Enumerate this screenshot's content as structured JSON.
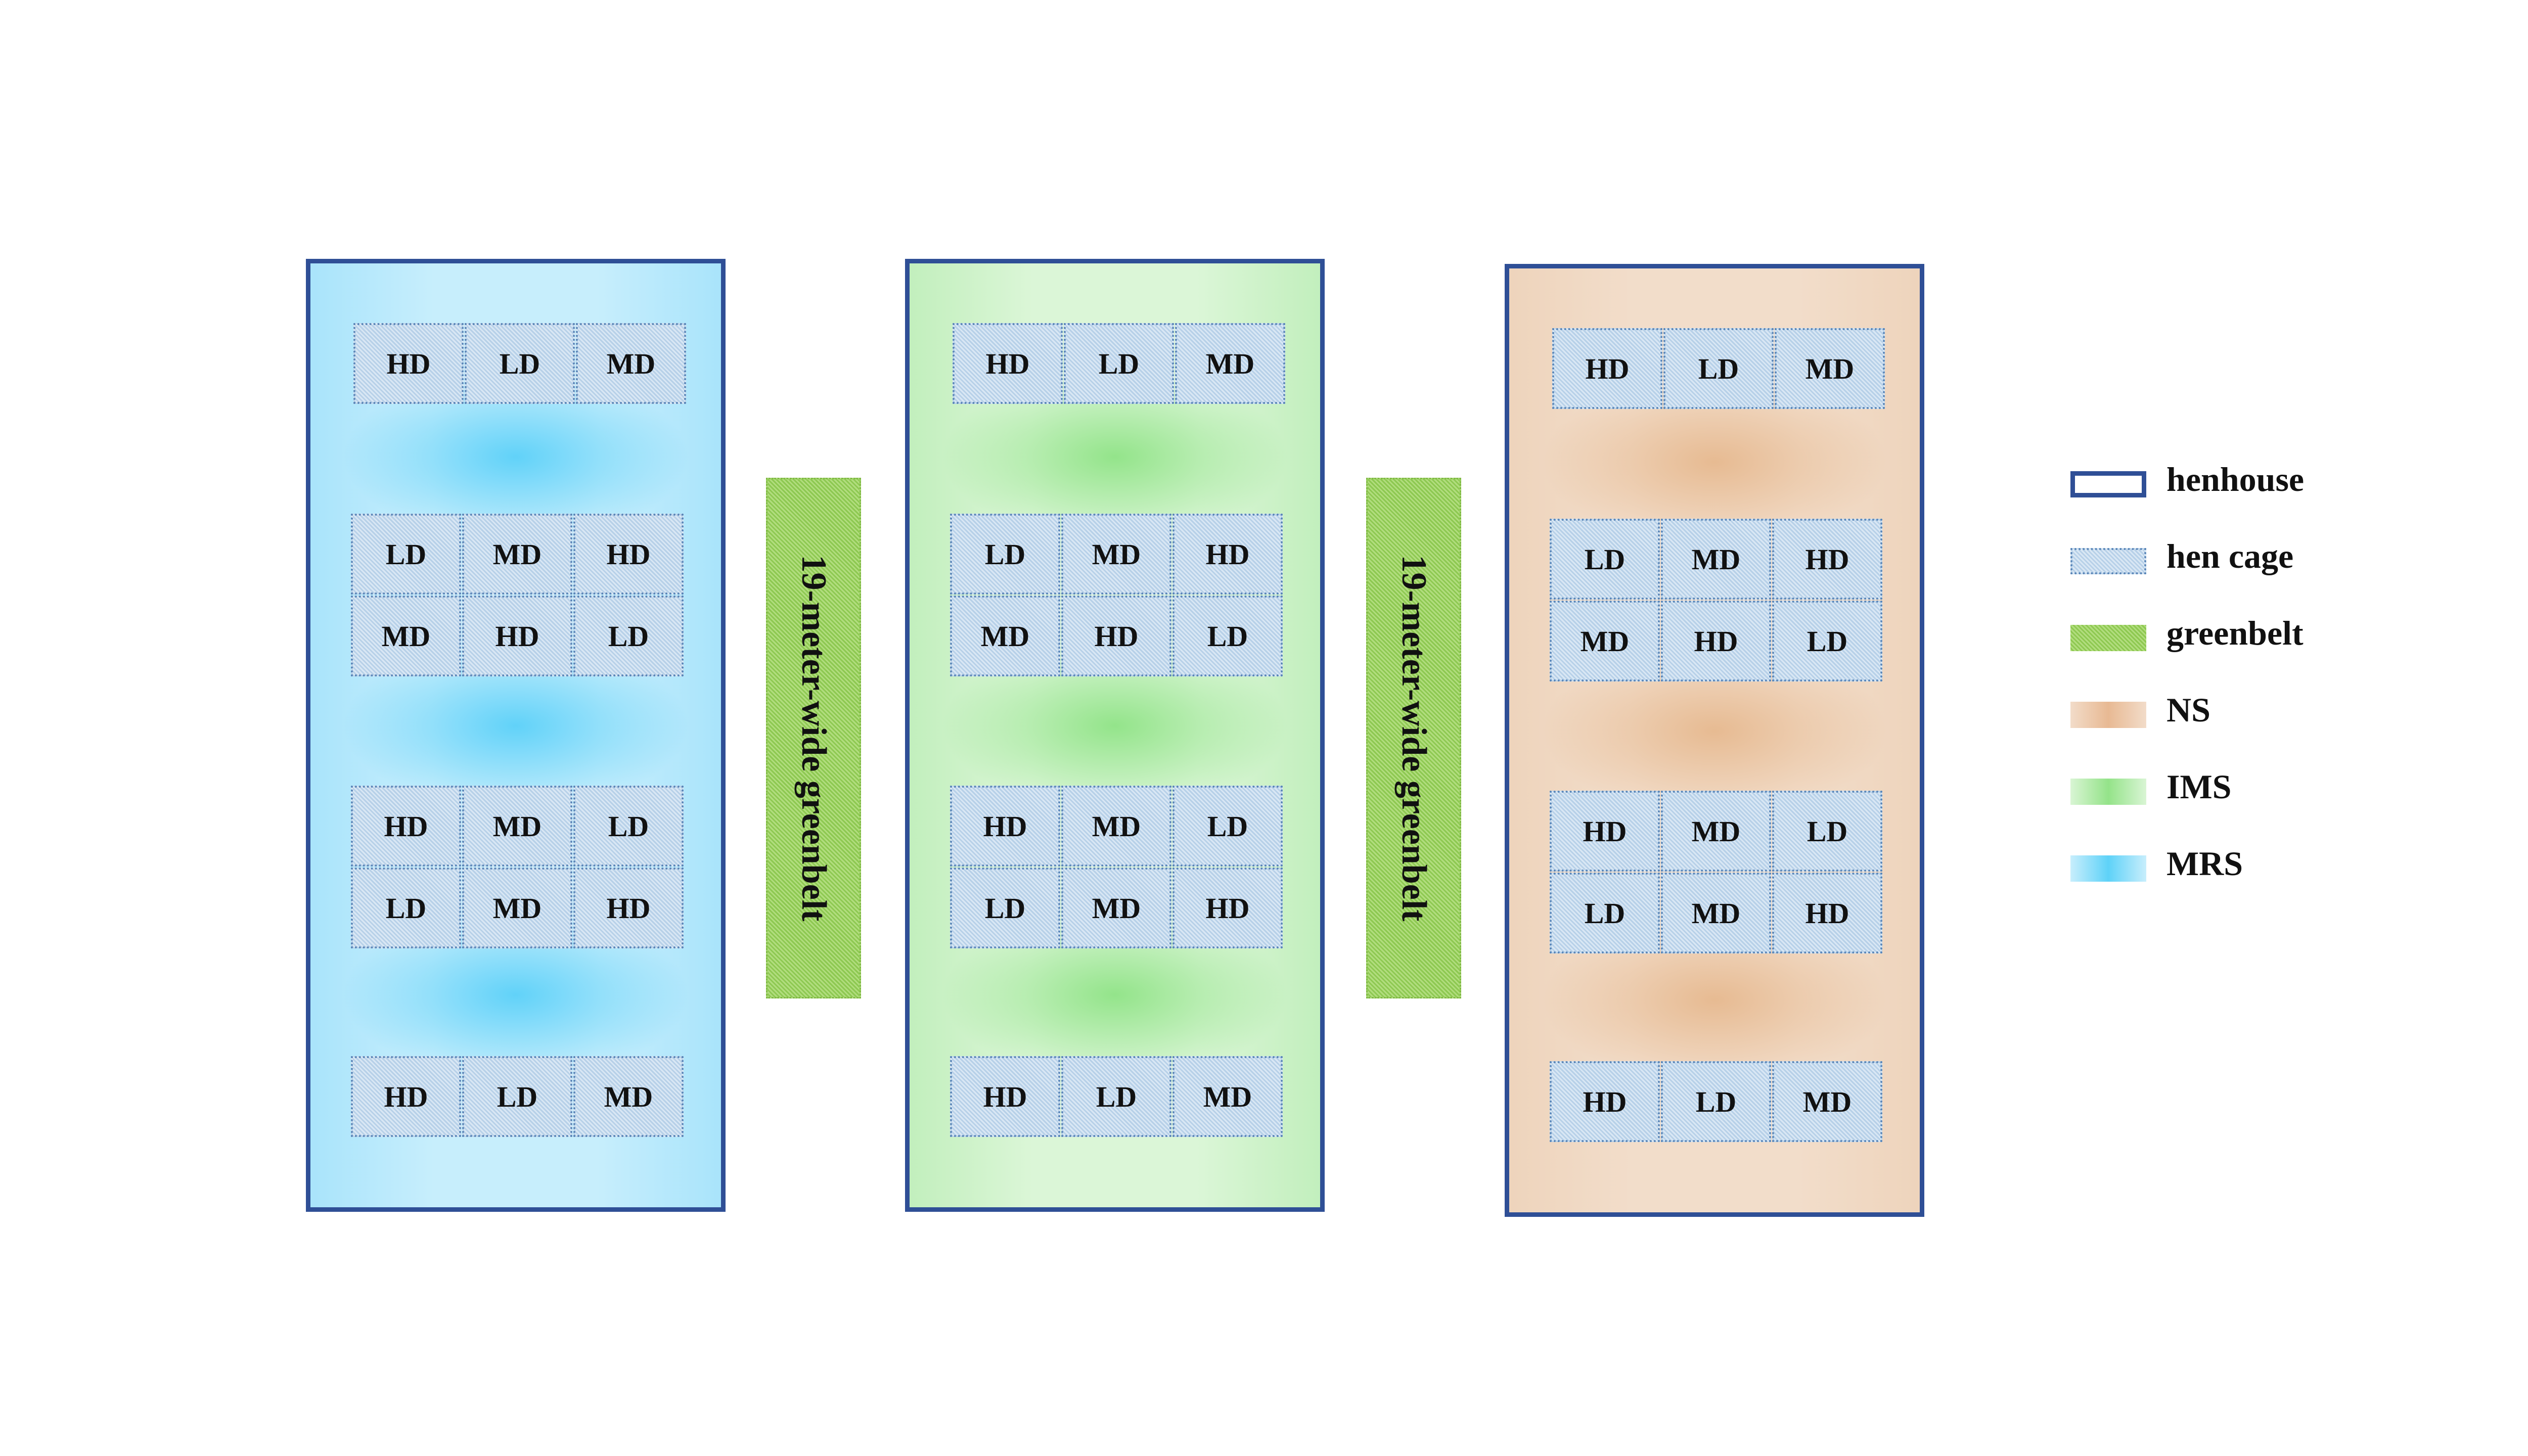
{
  "houses": [
    {
      "id": "mrs",
      "color": "#4fcdf8",
      "rows": [
        [
          "HD",
          "LD",
          "MD"
        ],
        [
          "LD",
          "MD",
          "HD"
        ],
        [
          "MD",
          "HD",
          "LD"
        ],
        [
          "HD",
          "MD",
          "LD"
        ],
        [
          "LD",
          "MD",
          "HD"
        ],
        [
          "HD",
          "LD",
          "MD"
        ]
      ]
    },
    {
      "id": "ims",
      "color": "#87e17d",
      "rows": [
        [
          "HD",
          "LD",
          "MD"
        ],
        [
          "LD",
          "MD",
          "HD"
        ],
        [
          "MD",
          "HD",
          "LD"
        ],
        [
          "HD",
          "MD",
          "LD"
        ],
        [
          "LD",
          "MD",
          "HD"
        ],
        [
          "HD",
          "LD",
          "MD"
        ]
      ]
    },
    {
      "id": "ns",
      "color": "#e4b284",
      "rows": [
        [
          "HD",
          "LD",
          "MD"
        ],
        [
          "LD",
          "MD",
          "HD"
        ],
        [
          "MD",
          "HD",
          "LD"
        ],
        [
          "HD",
          "MD",
          "LD"
        ],
        [
          "LD",
          "MD",
          "HD"
        ],
        [
          "HD",
          "LD",
          "MD"
        ]
      ]
    }
  ],
  "greenbelts": [
    {
      "label": "19-meter-wide greenbelt"
    },
    {
      "label": "19-meter-wide greenbelt"
    }
  ],
  "legend": [
    {
      "key": "henhouse",
      "label": "henhouse",
      "color": "#2f4f96"
    },
    {
      "key": "cage",
      "label": "hen cage",
      "color": "#c5daee"
    },
    {
      "key": "greenbelt",
      "label": "greenbelt",
      "color": "#9bd35a"
    },
    {
      "key": "ns",
      "label": "NS",
      "color": "#e8b993"
    },
    {
      "key": "ims",
      "label": "IMS",
      "color": "#94e389"
    },
    {
      "key": "mrs",
      "label": "MRS",
      "color": "#5ed2f8"
    }
  ]
}
